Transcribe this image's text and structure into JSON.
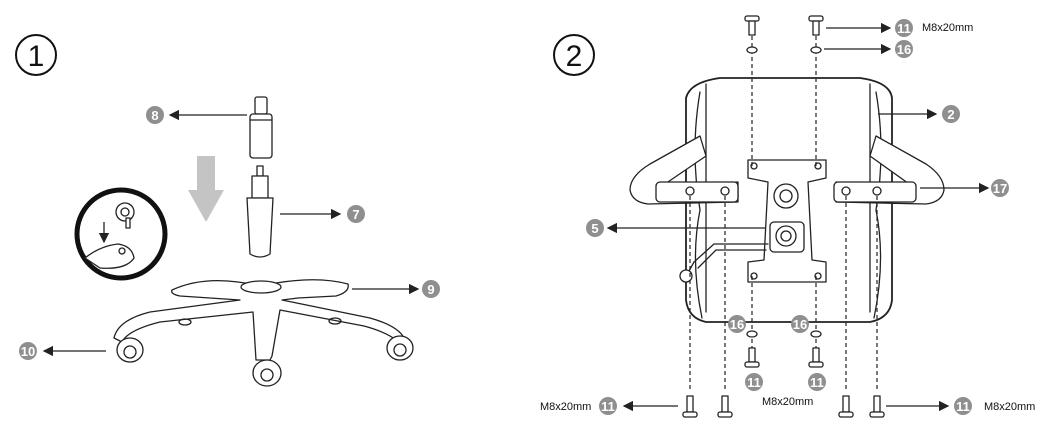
{
  "steps": [
    {
      "number": "1"
    },
    {
      "number": "2"
    }
  ],
  "callouts": [
    {
      "id": "8",
      "label": "8"
    },
    {
      "id": "7",
      "label": "7"
    },
    {
      "id": "9",
      "label": "9"
    },
    {
      "id": "10",
      "label": "10"
    },
    {
      "id": "11-top",
      "label": "11"
    },
    {
      "id": "16-top",
      "label": "16"
    },
    {
      "id": "2",
      "label": "2"
    },
    {
      "id": "17",
      "label": "17"
    },
    {
      "id": "5",
      "label": "5"
    },
    {
      "id": "16-bottom-left",
      "label": "16"
    },
    {
      "id": "16-bottom-right",
      "label": "16"
    },
    {
      "id": "11-bottom-left",
      "label": "11"
    },
    {
      "id": "11-bottom-right",
      "label": "11"
    },
    {
      "id": "11-lower-left",
      "label": "11"
    },
    {
      "id": "11-lower-right",
      "label": "11"
    }
  ],
  "specs": {
    "top": "M8x20mm",
    "bottom_left": "M8x20mm",
    "bottom_center": "M8x20mm",
    "bottom_right": "M8x20mm"
  },
  "colors": {
    "badge": "#8f8f8f",
    "arrow_fill": "#c4c4c4",
    "line": "#222222"
  }
}
